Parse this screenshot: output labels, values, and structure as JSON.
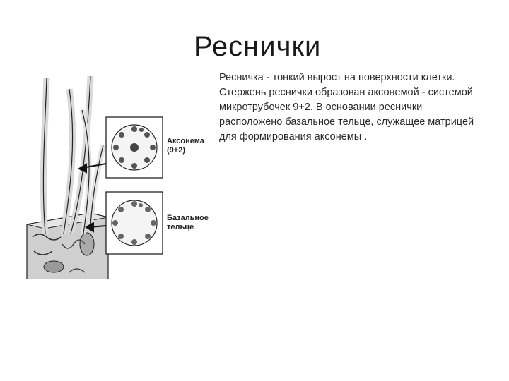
{
  "slide": {
    "title": "Реснички",
    "body": "Ресничка - тонкий вырост на поверхности клетки. Стержень реснички образован аксонемой - системой микротрубочек 9+2. В основании реснички расположено базальное тельце, служащее матрицей для формирования аксонемы ."
  },
  "figure": {
    "axoneme_label_line1": "Аксонема",
    "axoneme_label_line2": "(9+2)",
    "basal_label_line1": "Базальное",
    "basal_label_line2": "тельце"
  }
}
